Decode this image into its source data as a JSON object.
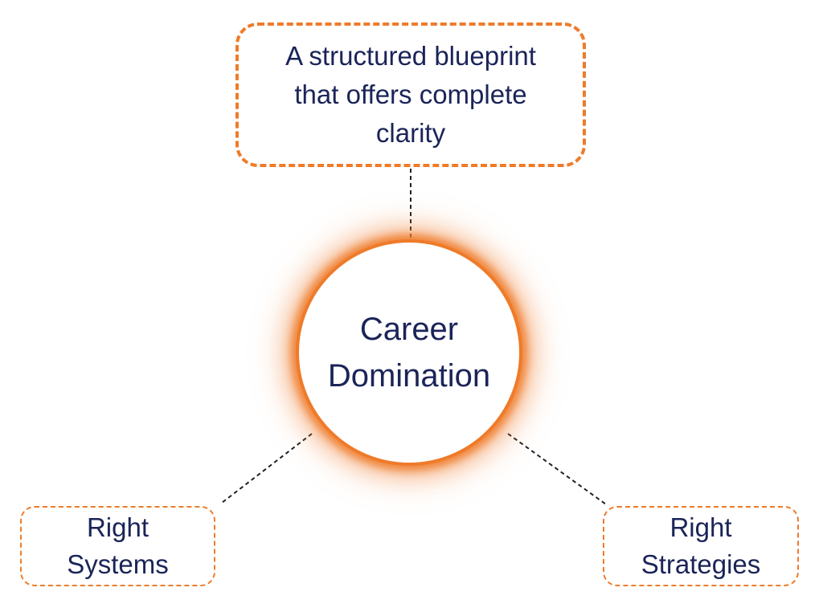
{
  "diagram": {
    "center": {
      "line1": "Career",
      "line2": "Domination"
    },
    "top_node": {
      "line1": "A structured blueprint",
      "line2": "that offers complete",
      "line3": "clarity"
    },
    "left_node": {
      "line1": "Right",
      "line2": "Systems"
    },
    "right_node": {
      "line1": "Right",
      "line2": "Strategies"
    }
  },
  "colors": {
    "accent": "#ef7b2a",
    "text": "#1b2458",
    "connector": "#222222",
    "background": "#ffffff"
  }
}
